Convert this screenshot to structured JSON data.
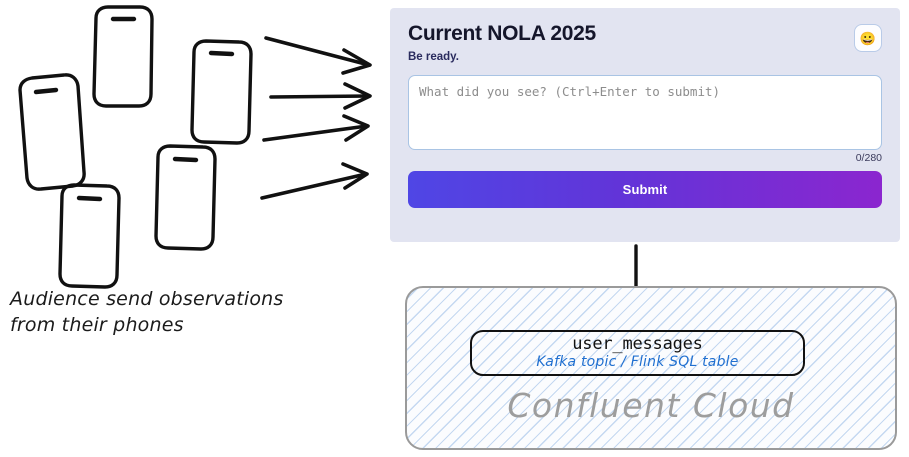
{
  "diagram": {
    "caption_line1": "Audience send observations",
    "caption_line2": "from their phones",
    "phone_count": 5,
    "arrow_count": 4
  },
  "app": {
    "title": "Current NOLA 2025",
    "subtitle": "Be ready.",
    "emoji_button": "😀",
    "emoji_icon_name": "smiley-face-icon",
    "input": {
      "value": "",
      "placeholder": "What did you see? (Ctrl+Enter to submit)"
    },
    "char_counter": "0/280",
    "submit_label": "Submit",
    "colors": {
      "panel_background": "#e2e4f1",
      "submit_gradient_start": "#4f46e5",
      "submit_gradient_end": "#8b26cf",
      "title": "#15162b",
      "subtitle": "#2a2b5e",
      "input_border": "#a9c4e4"
    }
  },
  "cloud": {
    "label": "Confluent Cloud",
    "topic_name": "user_messages",
    "topic_subtitle": "Kafka topic / Flink SQL table",
    "colors": {
      "hatch": "#98bbe6",
      "border": "#9a9a9a",
      "label_text": "#9d9d9d",
      "topic_subtitle_text": "#1f6fd0"
    }
  }
}
